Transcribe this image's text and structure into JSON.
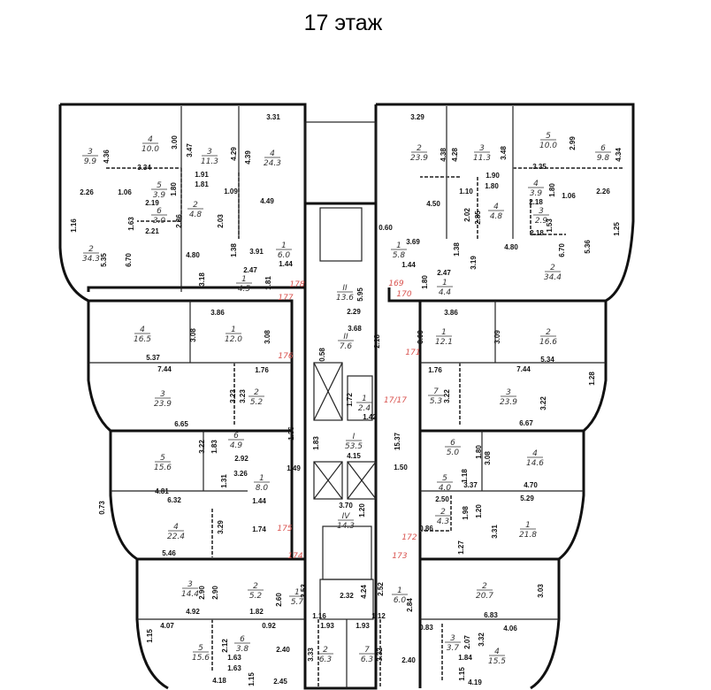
{
  "title": "17 этаж",
  "rooms": [
    {
      "num": "3",
      "area": "9.9"
    },
    {
      "num": "4",
      "area": "10.0"
    },
    {
      "num": "5",
      "area": "3.9"
    },
    {
      "num": "6",
      "area": "3.0"
    },
    {
      "num": "2",
      "area": "34.3"
    },
    {
      "num": "3",
      "area": "11.3"
    },
    {
      "num": "4",
      "area": "24.3"
    },
    {
      "num": "2",
      "area": "4.8"
    },
    {
      "num": "1",
      "area": "6.0"
    },
    {
      "num": "1",
      "area": "4.5"
    },
    {
      "num": "2",
      "area": "23.9"
    },
    {
      "num": "3",
      "area": "11.3"
    },
    {
      "num": "4",
      "area": "4.8"
    },
    {
      "num": "1",
      "area": "5.8"
    },
    {
      "num": "1",
      "area": "4.4"
    },
    {
      "num": "5",
      "area": "10.0"
    },
    {
      "num": "6",
      "area": "9.8"
    },
    {
      "num": "4",
      "area": "3.9"
    },
    {
      "num": "3",
      "area": "2.9"
    },
    {
      "num": "2",
      "area": "34.4"
    },
    {
      "num": "II",
      "area": "13.6"
    },
    {
      "num": "II",
      "area": "7.6"
    },
    {
      "num": "1",
      "area": "2.4"
    },
    {
      "num": "I",
      "area": "53.5"
    },
    {
      "num": "IV",
      "area": "14.3"
    },
    {
      "num": "4",
      "area": "16.5"
    },
    {
      "num": "1",
      "area": "12.0"
    },
    {
      "num": "3",
      "area": "23.9"
    },
    {
      "num": "2",
      "area": "5.2"
    },
    {
      "num": "6",
      "area": "4.9"
    },
    {
      "num": "5",
      "area": "15.6"
    },
    {
      "num": "1",
      "area": "8.0"
    },
    {
      "num": "4",
      "area": "22.4"
    },
    {
      "num": "1",
      "area": "12.1"
    },
    {
      "num": "2",
      "area": "16.6"
    },
    {
      "num": "7",
      "area": "5.3"
    },
    {
      "num": "3",
      "area": "23.9"
    },
    {
      "num": "6",
      "area": "5.0"
    },
    {
      "num": "4",
      "area": "14.6"
    },
    {
      "num": "5",
      "area": "4.0"
    },
    {
      "num": "2",
      "area": "4.3"
    },
    {
      "num": "1",
      "area": "21.8"
    },
    {
      "num": "3",
      "area": "14.4"
    },
    {
      "num": "2",
      "area": "5.2"
    },
    {
      "num": "1",
      "area": "5.7"
    },
    {
      "num": "1",
      "area": "6.0"
    },
    {
      "num": "2",
      "area": "20.7"
    },
    {
      "num": "6",
      "area": "3.8"
    },
    {
      "num": "5",
      "area": "15.6"
    },
    {
      "num": "2",
      "area": "6.3"
    },
    {
      "num": "7",
      "area": "6.3"
    },
    {
      "num": "3",
      "area": "3.7"
    },
    {
      "num": "4",
      "area": "15.5"
    }
  ],
  "apartment_numbers": [
    "178",
    "177",
    "176",
    "175",
    "174",
    "173",
    "172",
    "171",
    "17/17",
    "169",
    "170"
  ],
  "dimensions": [
    "3.31",
    "4.36",
    "3.00",
    "3.47",
    "4.29",
    "4.39",
    "3.34",
    "1.91",
    "1.81",
    "1.09",
    "2.26",
    "1.06",
    "1.80",
    "2.19",
    "1.63",
    "2.21",
    "2.86",
    "2.03",
    "4.49",
    "1.16",
    "5.35",
    "6.70",
    "4.80",
    "1.38",
    "3.91",
    "1.44",
    "2.47",
    "3.18",
    "1.81",
    "3.29",
    "4.38",
    "4.28",
    "3.48",
    "1.90",
    "1.80",
    "1.10",
    "4.50",
    "2.02",
    "2.85",
    "0.60",
    "3.69",
    "1.38",
    "4.80",
    "1.44",
    "2.47",
    "1.80",
    "3.19",
    "3.35",
    "2.99",
    "4.34",
    "1.80",
    "1.06",
    "2.26",
    "2.18",
    "1.53",
    "2.18",
    "6.70",
    "5.36",
    "1.25",
    "5.95",
    "2.29",
    "3.68",
    "2.18",
    "0.58",
    "1.72",
    "1.42",
    "1.36",
    "1.83",
    "15.37",
    "4.15",
    "1.49",
    "1.50",
    "3.70",
    "1.20",
    "2.32",
    "4.24",
    "2.60",
    "2.53",
    "2.52",
    "2.84",
    "1.16",
    "1.12",
    "1.93",
    "1.93",
    "3.86",
    "3.08",
    "3.08",
    "5.37",
    "7.44",
    "1.76",
    "3.23",
    "3.23",
    "6.65",
    "3.22",
    "1.83",
    "2.92",
    "3.26",
    "1.31",
    "4.81",
    "6.32",
    "1.44",
    "0.73",
    "3.29",
    "1.74",
    "5.46",
    "3.86",
    "3.09",
    "3.09",
    "5.34",
    "1.76",
    "7.44",
    "1.28",
    "3.22",
    "3.22",
    "6.67",
    "1.80",
    "3.08",
    "1.18",
    "3.37",
    "4.70",
    "2.50",
    "1.98",
    "1.20",
    "5.29",
    "0.86",
    "1.27",
    "3.31",
    "2.90",
    "2.90",
    "4.92",
    "1.82",
    "3.03",
    "6.83",
    "1.15",
    "4.07",
    "0.92",
    "2.12",
    "1.63",
    "1.63",
    "2.40",
    "3.33",
    "3.32",
    "2.40",
    "0.83",
    "2.07",
    "3.32",
    "4.06",
    "1.84",
    "1.15",
    "4.18",
    "1.15",
    "2.45",
    "4.19"
  ],
  "colors": {
    "apartment_number": "#d9534f",
    "walls": "#111111"
  }
}
